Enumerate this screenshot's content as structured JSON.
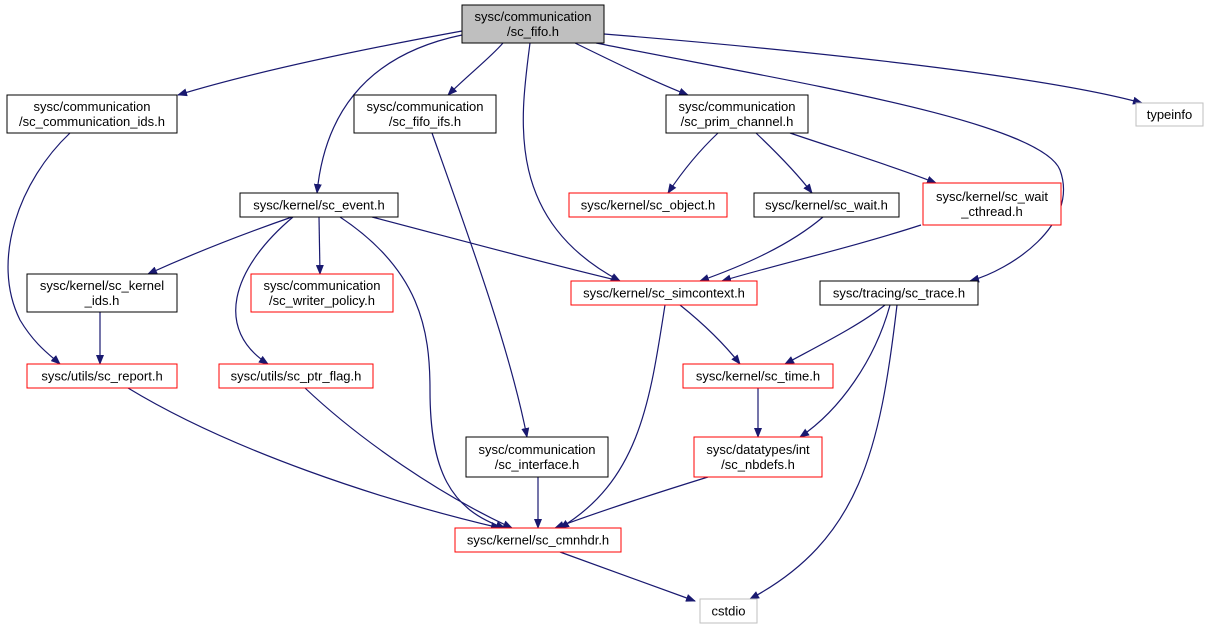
{
  "diagram": {
    "colors": {
      "edge": "#191970",
      "root_fill": "#bfbfbf",
      "root_border": "#000000",
      "normal_border": "#000000",
      "incomplete_border": "#ff0000",
      "external_border": "#bfbfbf"
    },
    "nodes": [
      {
        "id": "sc_fifo",
        "kind": "root",
        "lines": [
          "sysc/communication",
          "/sc_fifo.h"
        ]
      },
      {
        "id": "sc_communication_ids",
        "kind": "black",
        "lines": [
          "sysc/communication",
          "/sc_communication_ids.h"
        ]
      },
      {
        "id": "sc_fifo_ifs",
        "kind": "black",
        "lines": [
          "sysc/communication",
          "/sc_fifo_ifs.h"
        ]
      },
      {
        "id": "sc_prim_channel",
        "kind": "black",
        "lines": [
          "sysc/communication",
          "/sc_prim_channel.h"
        ]
      },
      {
        "id": "typeinfo",
        "kind": "gray",
        "lines": [
          "typeinfo"
        ]
      },
      {
        "id": "sc_event",
        "kind": "black",
        "lines": [
          "sysc/kernel/sc_event.h"
        ]
      },
      {
        "id": "sc_object",
        "kind": "red",
        "lines": [
          "sysc/kernel/sc_object.h"
        ]
      },
      {
        "id": "sc_wait",
        "kind": "black",
        "lines": [
          "sysc/kernel/sc_wait.h"
        ]
      },
      {
        "id": "sc_wait_cthread",
        "kind": "red",
        "lines": [
          "sysc/kernel/sc_wait",
          "_cthread.h"
        ]
      },
      {
        "id": "sc_kernel_ids",
        "kind": "black",
        "lines": [
          "sysc/kernel/sc_kernel",
          "_ids.h"
        ]
      },
      {
        "id": "sc_writer_policy",
        "kind": "red",
        "lines": [
          "sysc/communication",
          "/sc_writer_policy.h"
        ]
      },
      {
        "id": "sc_simcontext",
        "kind": "red",
        "lines": [
          "sysc/kernel/sc_simcontext.h"
        ]
      },
      {
        "id": "sc_trace",
        "kind": "black",
        "lines": [
          "sysc/tracing/sc_trace.h"
        ]
      },
      {
        "id": "sc_report",
        "kind": "red",
        "lines": [
          "sysc/utils/sc_report.h"
        ]
      },
      {
        "id": "sc_ptr_flag",
        "kind": "red",
        "lines": [
          "sysc/utils/sc_ptr_flag.h"
        ]
      },
      {
        "id": "sc_time",
        "kind": "red",
        "lines": [
          "sysc/kernel/sc_time.h"
        ]
      },
      {
        "id": "sc_interface",
        "kind": "black",
        "lines": [
          "sysc/communication",
          "/sc_interface.h"
        ]
      },
      {
        "id": "sc_nbdefs",
        "kind": "red",
        "lines": [
          "sysc/datatypes/int",
          "/sc_nbdefs.h"
        ]
      },
      {
        "id": "sc_cmnhdr",
        "kind": "red",
        "lines": [
          "sysc/kernel/sc_cmnhdr.h"
        ]
      },
      {
        "id": "cstdio",
        "kind": "gray",
        "lines": [
          "cstdio"
        ]
      }
    ],
    "edges": [
      {
        "from": "sc_fifo",
        "to": "sc_communication_ids"
      },
      {
        "from": "sc_fifo",
        "to": "sc_event"
      },
      {
        "from": "sc_fifo",
        "to": "sc_fifo_ifs"
      },
      {
        "from": "sc_fifo",
        "to": "sc_simcontext"
      },
      {
        "from": "sc_fifo",
        "to": "sc_prim_channel"
      },
      {
        "from": "sc_fifo",
        "to": "sc_trace"
      },
      {
        "from": "sc_fifo",
        "to": "typeinfo"
      },
      {
        "from": "sc_communication_ids",
        "to": "sc_report"
      },
      {
        "from": "sc_fifo_ifs",
        "to": "sc_interface"
      },
      {
        "from": "sc_prim_channel",
        "to": "sc_object"
      },
      {
        "from": "sc_prim_channel",
        "to": "sc_wait"
      },
      {
        "from": "sc_prim_channel",
        "to": "sc_wait_cthread"
      },
      {
        "from": "sc_event",
        "to": "sc_kernel_ids"
      },
      {
        "from": "sc_event",
        "to": "sc_writer_policy"
      },
      {
        "from": "sc_event",
        "to": "sc_ptr_flag"
      },
      {
        "from": "sc_event",
        "to": "sc_cmnhdr"
      },
      {
        "from": "sc_event",
        "to": "sc_simcontext"
      },
      {
        "from": "sc_wait",
        "to": "sc_simcontext"
      },
      {
        "from": "sc_wait_cthread",
        "to": "sc_simcontext"
      },
      {
        "from": "sc_kernel_ids",
        "to": "sc_report"
      },
      {
        "from": "sc_simcontext",
        "to": "sc_time"
      },
      {
        "from": "sc_simcontext",
        "to": "sc_cmnhdr"
      },
      {
        "from": "sc_trace",
        "to": "sc_time"
      },
      {
        "from": "sc_trace",
        "to": "sc_nbdefs"
      },
      {
        "from": "sc_trace",
        "to": "cstdio"
      },
      {
        "from": "sc_report",
        "to": "sc_cmnhdr"
      },
      {
        "from": "sc_ptr_flag",
        "to": "sc_cmnhdr"
      },
      {
        "from": "sc_time",
        "to": "sc_nbdefs"
      },
      {
        "from": "sc_interface",
        "to": "sc_cmnhdr"
      },
      {
        "from": "sc_nbdefs",
        "to": "sc_cmnhdr"
      },
      {
        "from": "sc_cmnhdr",
        "to": "cstdio"
      }
    ]
  }
}
